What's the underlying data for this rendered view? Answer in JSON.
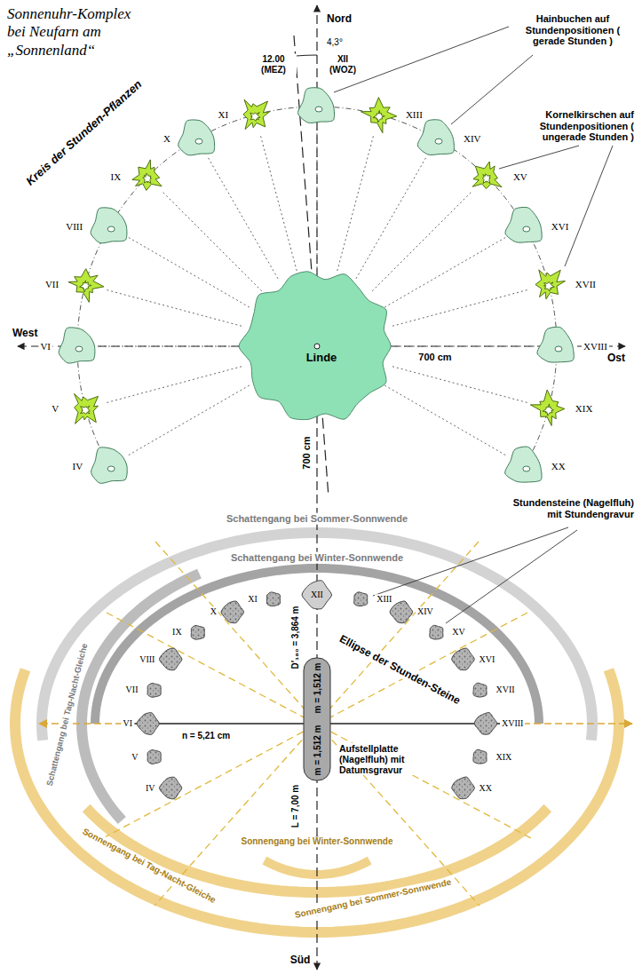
{
  "diagram": {
    "title": "Sonnenuhr-Komplex bei Neufarn am „Sonnenland“",
    "nodes": [
      {
        "text": [
          "Linde"
        ]
      },
      {
        "text": [
          "m = 1,512 m",
          "m = 1,512 m"
        ]
      }
    ],
    "labels": [
      "Nord",
      "4,3°",
      "12.00 (MEZ)",
      "XII (WOZ)",
      "Kreis der Stunden-Pflanzen",
      "Hainbuchen auf Stundenpositionen ( gerade Stunden )",
      "Kornelkirschen auf Stundenpositionen ( ungerade Stunden )",
      "XI",
      "XIII",
      "X",
      "XIV",
      "IX",
      "XV",
      "VIII",
      "XVI",
      "VII",
      "XVII",
      "VI",
      "XVIII",
      "V",
      "XIX",
      "IV",
      "XX",
      "West",
      "Ost",
      "700 cm",
      "700 cm",
      "Schattengang bei Sommer-Sonnwende",
      "Schattengang bei Winter-Sonnwende",
      "Stundensteine (Nagelfluh) mit Stundengravur",
      "Schattengang bei Tag-Nacht-Gleiche",
      "Ellipse der Stunden-Steine",
      "D′₁₈₀ = 3,864 m",
      "n = 5,21 cm",
      "L = 7,00 m",
      "Aufstellplatte (Nagelfluh) mit Datumsgravur",
      "Sonnengang bei Tag-Nacht-Gleiche",
      "Sonnengang bei Winter-Sonnwende",
      "Sonnengang bei Sommer-Sonnwende",
      "Süd",
      "XII",
      "XI",
      "XIII",
      "X",
      "XIV",
      "IX",
      "XV",
      "VIII",
      "XVI",
      "VII",
      "XVII",
      "VI",
      "XVIII",
      "V",
      "XIX",
      "IV",
      "XX"
    ]
  }
}
